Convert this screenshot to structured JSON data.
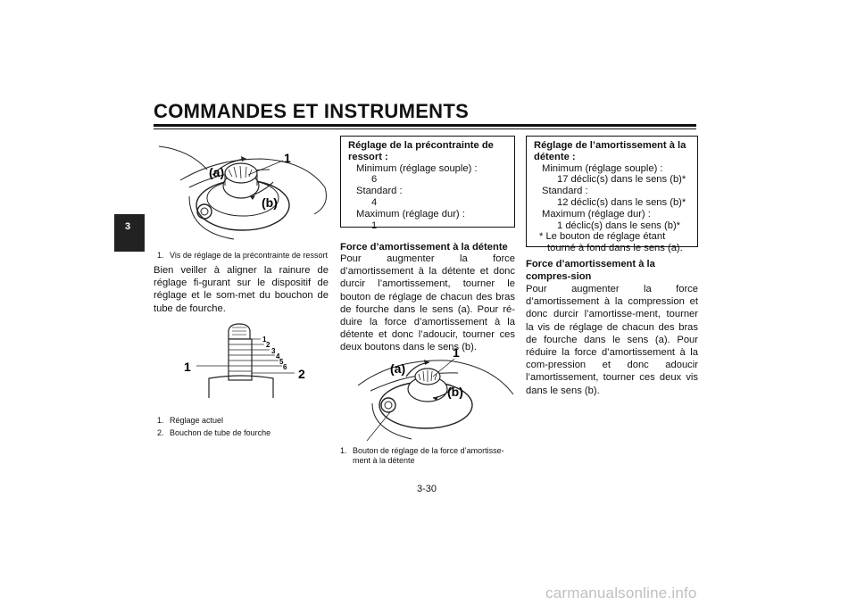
{
  "header": {
    "title": "COMMANDES ET INSTRUMENTS",
    "chapter_tab": "3"
  },
  "figure1": {
    "labels": {
      "a": "(a)",
      "b": "(b)",
      "one": "1"
    },
    "captions": [
      {
        "num": "1.",
        "text": "Vis de réglage de la précontrainte de ressort"
      }
    ]
  },
  "left_paragraph": "Bien veiller à aligner la rainure de réglage fi-gurant sur le dispositif de réglage et le som-met du bouchon de tube de fourche.",
  "figure2": {
    "labels": {
      "one": "1",
      "two": "2",
      "scale": [
        "1",
        "2",
        "3",
        "4",
        "5",
        "6"
      ]
    },
    "captions": [
      {
        "num": "1.",
        "text": "Réglage actuel"
      },
      {
        "num": "2.",
        "text": "Bouchon de tube de fourche"
      }
    ]
  },
  "box_preload": {
    "heading": "Réglage de la précontrainte de ressort :",
    "rows": [
      {
        "level": 1,
        "text": "Minimum (réglage souple) :"
      },
      {
        "level": 2,
        "text": "6"
      },
      {
        "level": 1,
        "text": "Standard :"
      },
      {
        "level": 2,
        "text": "4"
      },
      {
        "level": 1,
        "text": "Maximum (réglage dur) :"
      },
      {
        "level": 2,
        "text": "1"
      }
    ]
  },
  "rebound_section": {
    "heading": "Force d’amortissement à la détente",
    "text": "Pour augmenter la force d’amortissement à la détente et donc durcir l’amortissement, tourner le bouton de réglage de chacun des bras de fourche dans le sens (a). Pour ré-duire la force d’amortissement à la détente et donc l’adoucir, tourner ces deux boutons dans le sens (b)."
  },
  "figure3": {
    "labels": {
      "a": "(a)",
      "b": "(b)",
      "one": "1"
    },
    "captions": [
      {
        "num": "1.",
        "text": "Bouton de réglage de la force d’amortisse-ment à la détente"
      }
    ]
  },
  "box_rebound": {
    "heading": "Réglage de l’amortissement à la détente :",
    "rows": [
      {
        "level": 1,
        "text": "Minimum (réglage souple) :"
      },
      {
        "level": 2,
        "text": "17 déclic(s) dans le sens (b)*"
      },
      {
        "level": 1,
        "text": "Standard :"
      },
      {
        "level": 2,
        "text": "12 déclic(s) dans le sens (b)*"
      },
      {
        "level": 1,
        "text": "Maximum (réglage dur) :"
      },
      {
        "level": 2,
        "text": "1 déclic(s) dans le sens (b)*"
      },
      {
        "level": 0,
        "text": "* Le bouton de réglage étant tourné à fond dans le sens (a)."
      }
    ]
  },
  "compression_section": {
    "heading": "Force d’amortissement à la compres-sion",
    "text": "Pour augmenter la force d’amortissement à la compression et donc durcir l’amortisse-ment, tourner la vis de réglage de chacun des bras de fourche dans le sens (a). Pour réduire la force d’amortissement à la com-pression et donc adoucir l’amortissement, tourner ces deux vis dans le sens (b)."
  },
  "footer": {
    "page_number": "3-30",
    "watermark": "carmanualsonline.info"
  }
}
